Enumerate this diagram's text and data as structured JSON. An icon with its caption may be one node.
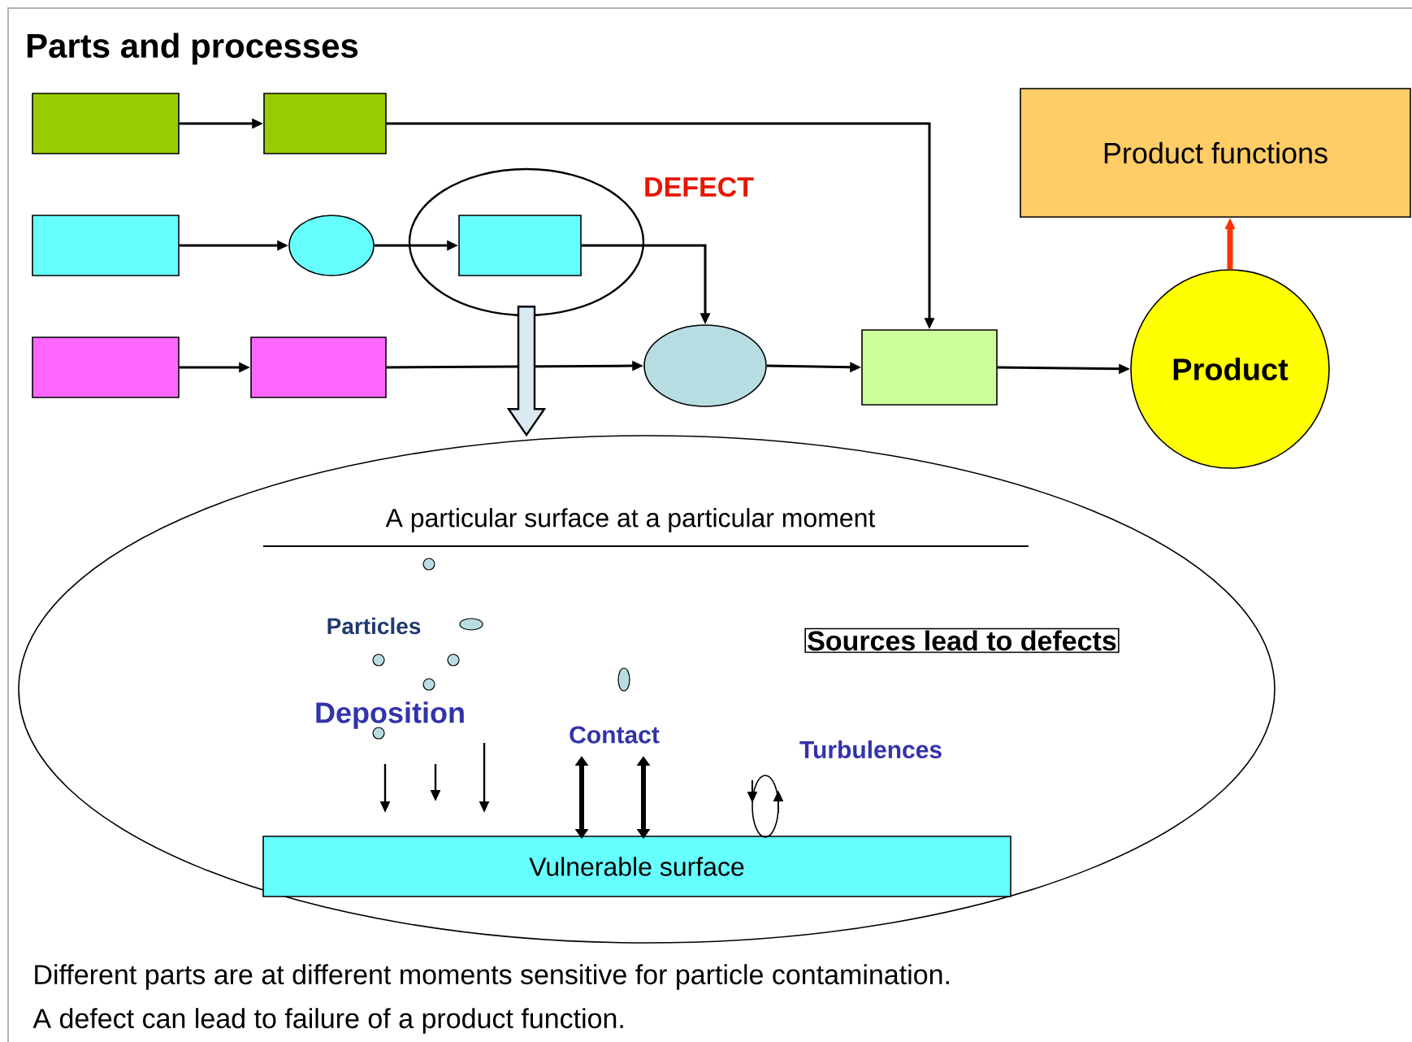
{
  "diagram": {
    "title": "Parts and processes",
    "nodes": [
      {
        "text": [],
        "shape": "box"
      },
      {
        "text": [],
        "shape": "box"
      },
      {
        "text": [],
        "shape": "box"
      },
      {
        "text": [],
        "shape": "circle"
      },
      {
        "text": [
          "DEFECT"
        ]
      },
      {
        "text": [],
        "shape": "box",
        "in": 4
      },
      {
        "text": [],
        "shape": "box"
      },
      {
        "text": [],
        "shape": "box"
      },
      {
        "text": [],
        "shape": "circle"
      },
      {
        "text": [],
        "shape": "box"
      },
      {
        "text": [
          "Product"
        ]
      },
      {
        "text": [
          "Product functions"
        ]
      },
      {
        "text": [
          "A particular surface at a particular moment"
        ]
      },
      {
        "text": [
          "Sources lead to defects"
        ],
        "in": 12
      },
      {
        "text": [
          "Vulnerable surface"
        ],
        "in": 12
      }
    ],
    "edges": [
      {
        "from": 0,
        "to": 1,
        "arrow": "to"
      },
      {
        "from": 1,
        "to": 9,
        "arrow": "to"
      },
      {
        "from": 2,
        "to": 3,
        "arrow": "to"
      },
      {
        "from": 3,
        "to": 5,
        "arrow": "to"
      },
      {
        "from": 5,
        "to": 8,
        "arrow": "to"
      },
      {
        "from": 6,
        "to": 7,
        "arrow": "to"
      },
      {
        "from": 7,
        "to": 8,
        "arrow": "to"
      },
      {
        "from": 8,
        "to": 9,
        "arrow": "to"
      },
      {
        "from": 9,
        "to": 10,
        "arrow": "to"
      },
      {
        "from": 10,
        "to": 11,
        "arrow": "to",
        "style": "thick",
        "color": "#ff3300"
      },
      {
        "from": 4,
        "to": 12,
        "arrow": "to",
        "style": "thick"
      }
    ],
    "labels": [
      "Particles",
      "Deposition",
      "Contact",
      "Turbulences",
      "Different parts are at different moments sensitive for particle contamination.",
      "A defect can lead to failure of a product function."
    ]
  }
}
